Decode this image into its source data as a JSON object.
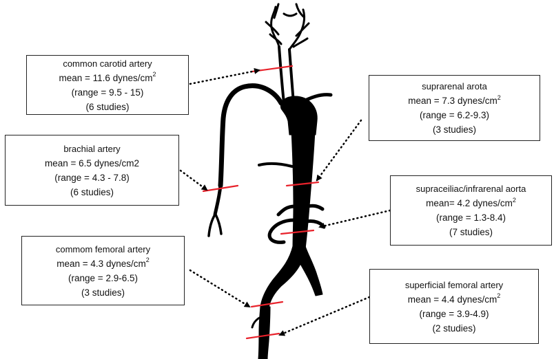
{
  "colors": {
    "vessel": "#000000",
    "marker": "#e8222b",
    "arrow": "#000000",
    "box_border": "#222222"
  },
  "measurements": [
    {
      "id": "carotid",
      "title": "common carotid artery",
      "mean_label": "mean = 11.6 dynes/cm",
      "unit_exp": "2",
      "range": "(range = 9.5 - 15)",
      "studies": "(6 studies)"
    },
    {
      "id": "brachial",
      "title": "brachial artery",
      "mean_label": "mean = 6.5 dynes/cm2",
      "unit_exp": "",
      "range": "(range = 4.3 - 7.8)",
      "studies": "(6 studies)"
    },
    {
      "id": "femoral",
      "title": "commom femoral artery",
      "mean_label": "mean = 4.3 dynes/cm",
      "unit_exp": "2",
      "range": "(range = 2.9-6.5)",
      "studies": "(3 studies)"
    },
    {
      "id": "suprarenal",
      "title": "suprarenal arota",
      "mean_label": "mean = 7.3 dynes/cm",
      "unit_exp": "2",
      "range": "(range = 6.2-9.3)",
      "studies": "(3 studies)"
    },
    {
      "id": "supraceliac",
      "title": "supraceiliac/infrarenal aorta",
      "mean_label": "mean= 4.2 dynes/cm",
      "unit_exp": "2",
      "range": "(range = 1.3-8.4)",
      "studies": "(7 studies)"
    },
    {
      "id": "sfa",
      "title": "superficial femoral artery",
      "mean_label": "mean = 4.4 dynes/cm",
      "unit_exp": "2",
      "range": "(range = 3.9-4.9)",
      "studies": "(2 studies)"
    }
  ]
}
